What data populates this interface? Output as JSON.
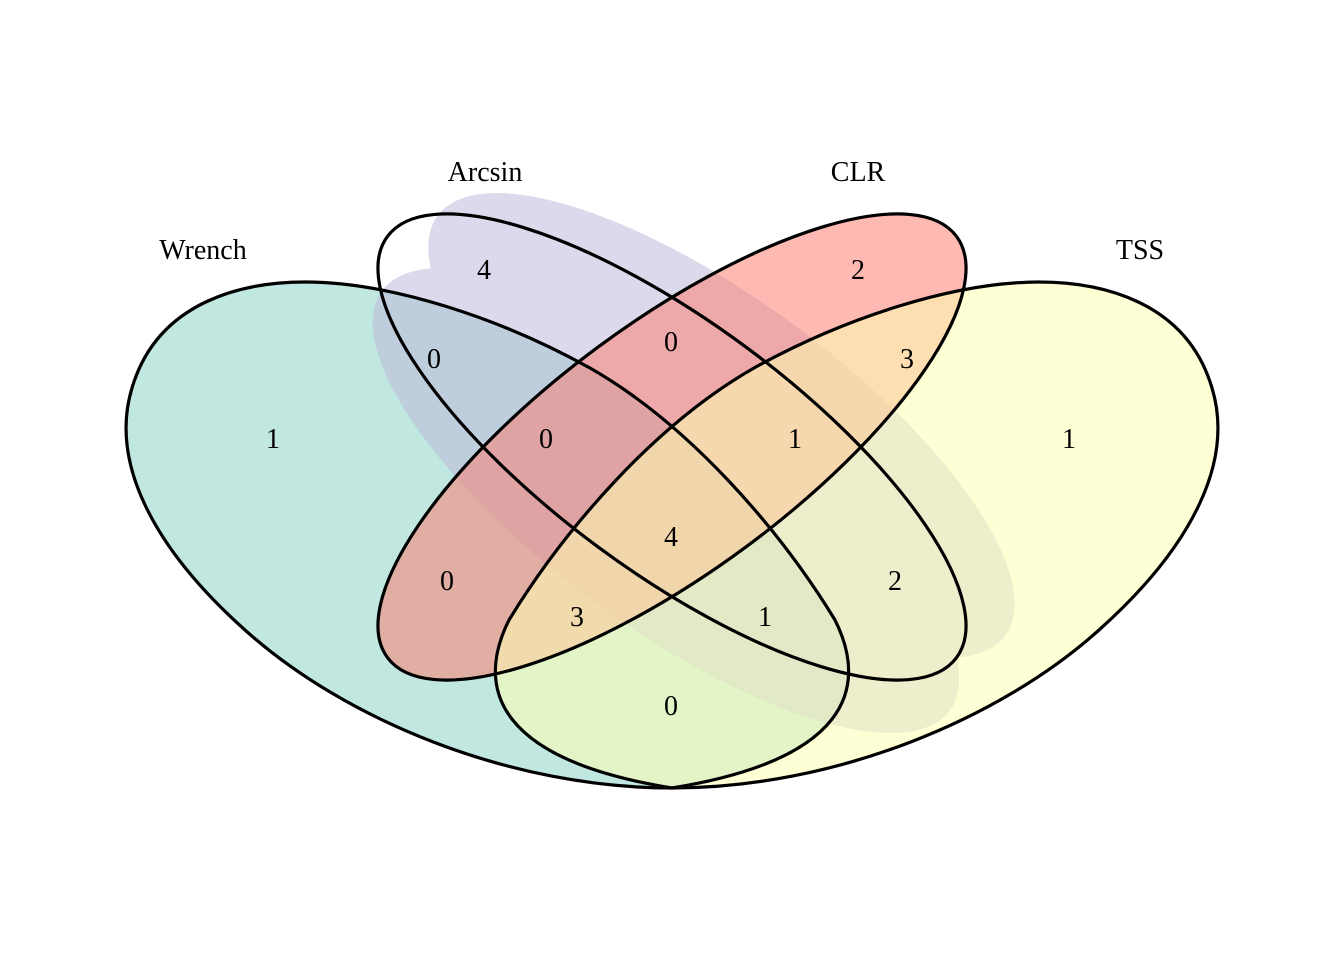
{
  "chart_data": {
    "type": "venn",
    "sets": [
      {
        "name": "Wrench",
        "color": "#8DD3C7"
      },
      {
        "name": "Arcsin",
        "color": "#BEBADA"
      },
      {
        "name": "CLR",
        "color": "#FB8072"
      },
      {
        "name": "TSS",
        "color": "#FFFFB3"
      }
    ],
    "regions": [
      {
        "sets": [
          "Wrench"
        ],
        "count": "1"
      },
      {
        "sets": [
          "Arcsin"
        ],
        "count": "4"
      },
      {
        "sets": [
          "CLR"
        ],
        "count": "2"
      },
      {
        "sets": [
          "TSS"
        ],
        "count": "1"
      },
      {
        "sets": [
          "Wrench",
          "Arcsin"
        ],
        "count": "0"
      },
      {
        "sets": [
          "Arcsin",
          "CLR"
        ],
        "count": "0"
      },
      {
        "sets": [
          "CLR",
          "TSS"
        ],
        "count": "3"
      },
      {
        "sets": [
          "Wrench",
          "Arcsin",
          "CLR"
        ],
        "count": "0"
      },
      {
        "sets": [
          "Arcsin",
          "CLR",
          "TSS"
        ],
        "count": "1"
      },
      {
        "sets": [
          "Wrench",
          "CLR"
        ],
        "count": "0"
      },
      {
        "sets": [
          "Wrench",
          "Arcsin",
          "CLR",
          "TSS"
        ],
        "count": "4"
      },
      {
        "sets": [
          "Arcsin",
          "TSS"
        ],
        "count": "2"
      },
      {
        "sets": [
          "Wrench",
          "CLR",
          "TSS"
        ],
        "count": "3"
      },
      {
        "sets": [
          "Wrench",
          "Arcsin",
          "TSS"
        ],
        "count": "1"
      },
      {
        "sets": [
          "Wrench",
          "TSS"
        ],
        "count": "0"
      }
    ]
  }
}
